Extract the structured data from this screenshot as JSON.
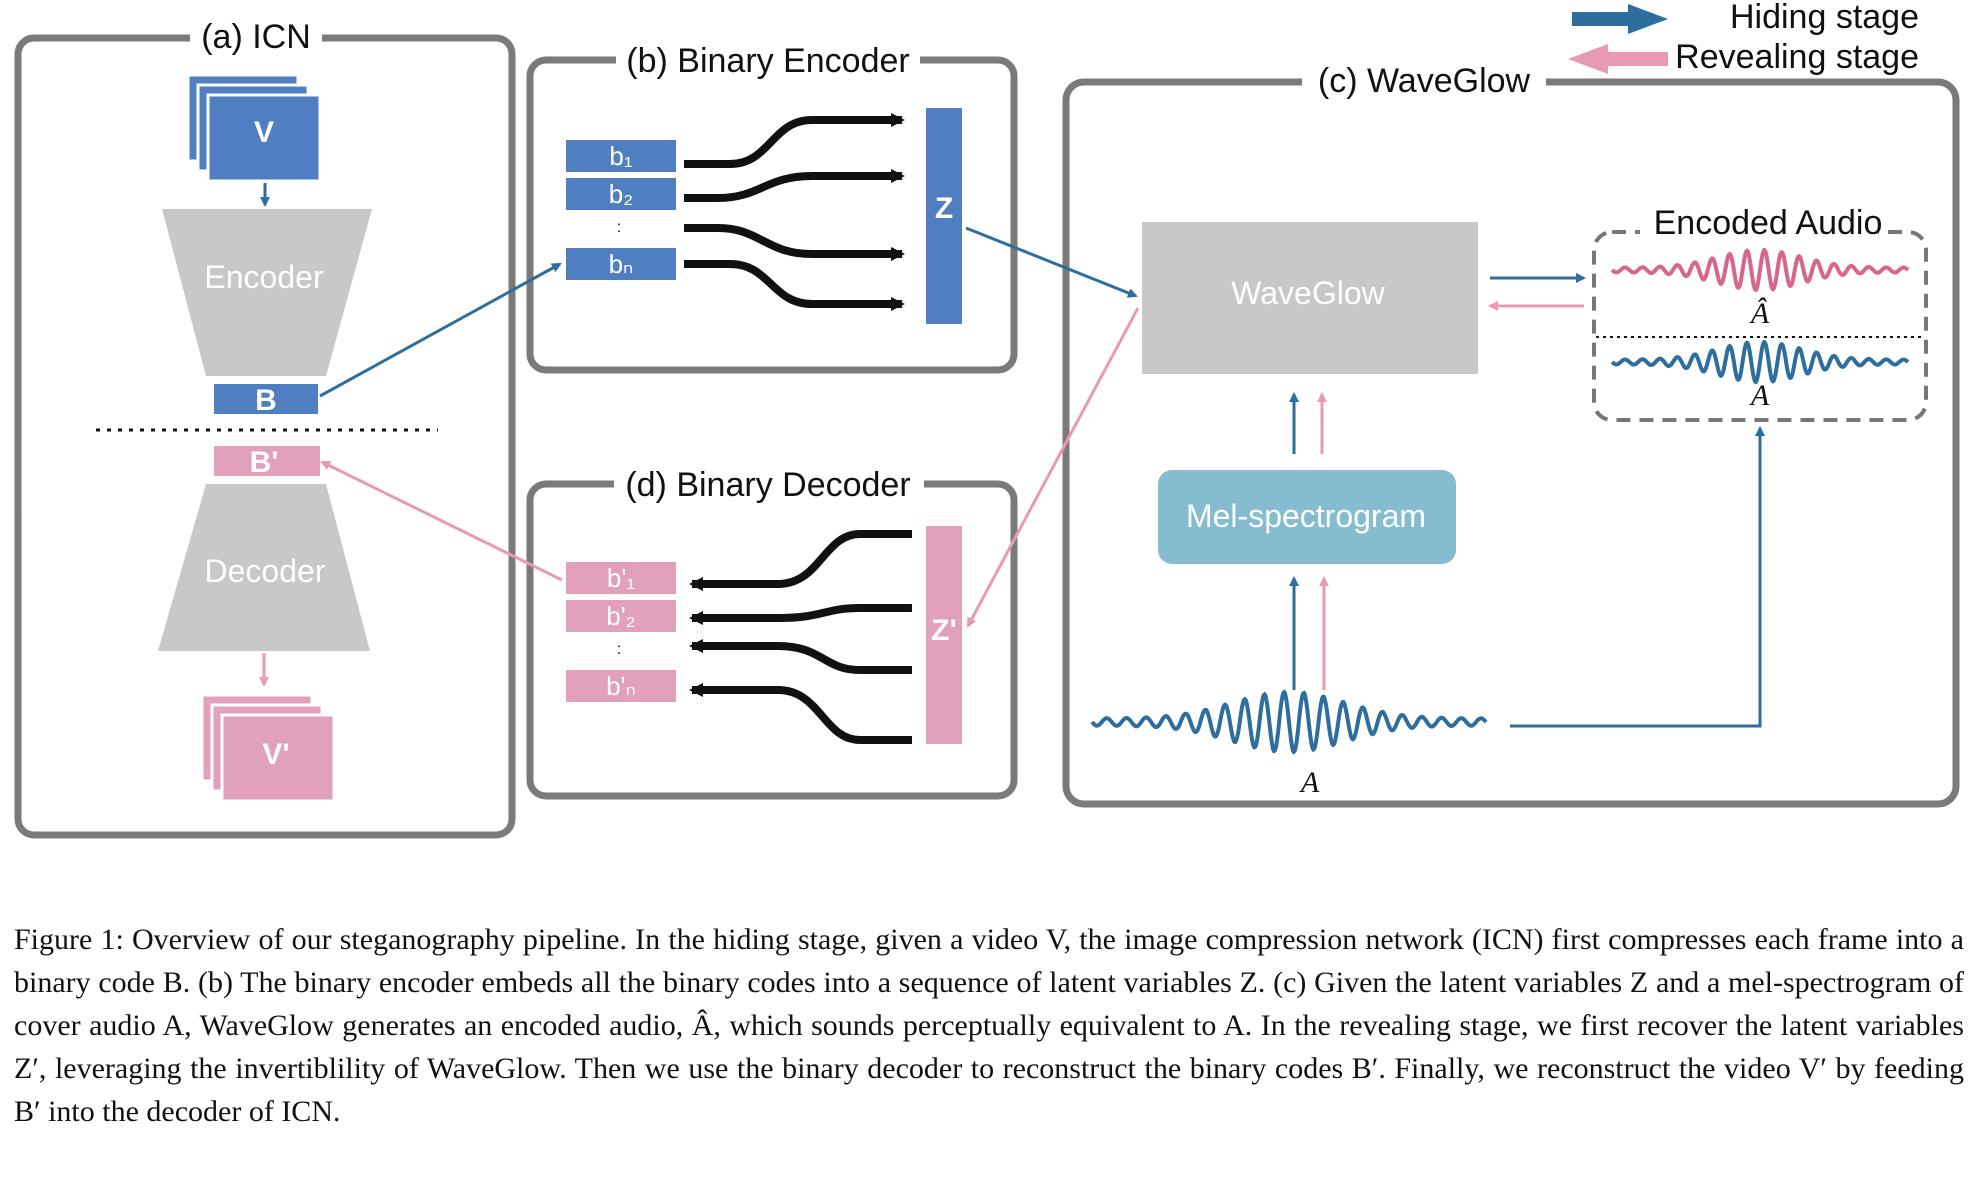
{
  "legend": {
    "hiding_label": "Hiding stage",
    "revealing_label": "Revealing stage",
    "hiding_color": "#2e6e9e",
    "revealing_color": "#e89ab5"
  },
  "panels": {
    "icn": {
      "title": "(a) ICN",
      "v_label": "V",
      "encoder_label": "Encoder",
      "b_label": "B",
      "b_prime_label": "B'",
      "decoder_label": "Decoder",
      "v_prime_label": "V'"
    },
    "binary_encoder": {
      "title": "(b) Binary Encoder",
      "bit_labels": [
        "b₁",
        "b₂",
        "bₙ"
      ],
      "dots": ":",
      "z_label": "Z"
    },
    "waveglow": {
      "title": "(c) WaveGlow",
      "block_label": "WaveGlow",
      "mel_label": "Mel-spectrogram",
      "encoded_audio_title": "Encoded Audio",
      "a_hat_label": "Â",
      "a_label": "A",
      "cover_audio_label": "A"
    },
    "binary_decoder": {
      "title": "(d) Binary Decoder",
      "bit_labels": [
        "b'₁",
        "b'₂",
        "b'ₙ"
      ],
      "dots": ":",
      "z_prime_label": "Z'"
    }
  },
  "colors": {
    "blue_box": "#4f7fc1",
    "pink_box": "#e1a0bc",
    "gray_block": "#c8c8c8",
    "mel_box": "#86bccf",
    "panel_border": "#7a7a7a"
  },
  "caption": "Figure 1: Overview of our steganography pipeline. In the hiding stage, given a video V, the image compression network (ICN) first compresses each frame into a binary code B. (b) The binary encoder embeds all the binary codes into a sequence of latent variables Z. (c) Given the latent variables Z and a mel-spectrogram of cover audio A, WaveGlow generates an encoded audio, Â, which sounds perceptually equivalent to A. In the revealing stage, we first recover the latent variables Z′, leveraging the invertiblility of WaveGlow. Then we use the binary decoder to reconstruct the binary codes B′. Finally, we reconstruct the video V′ by feeding B′ into the decoder of ICN."
}
